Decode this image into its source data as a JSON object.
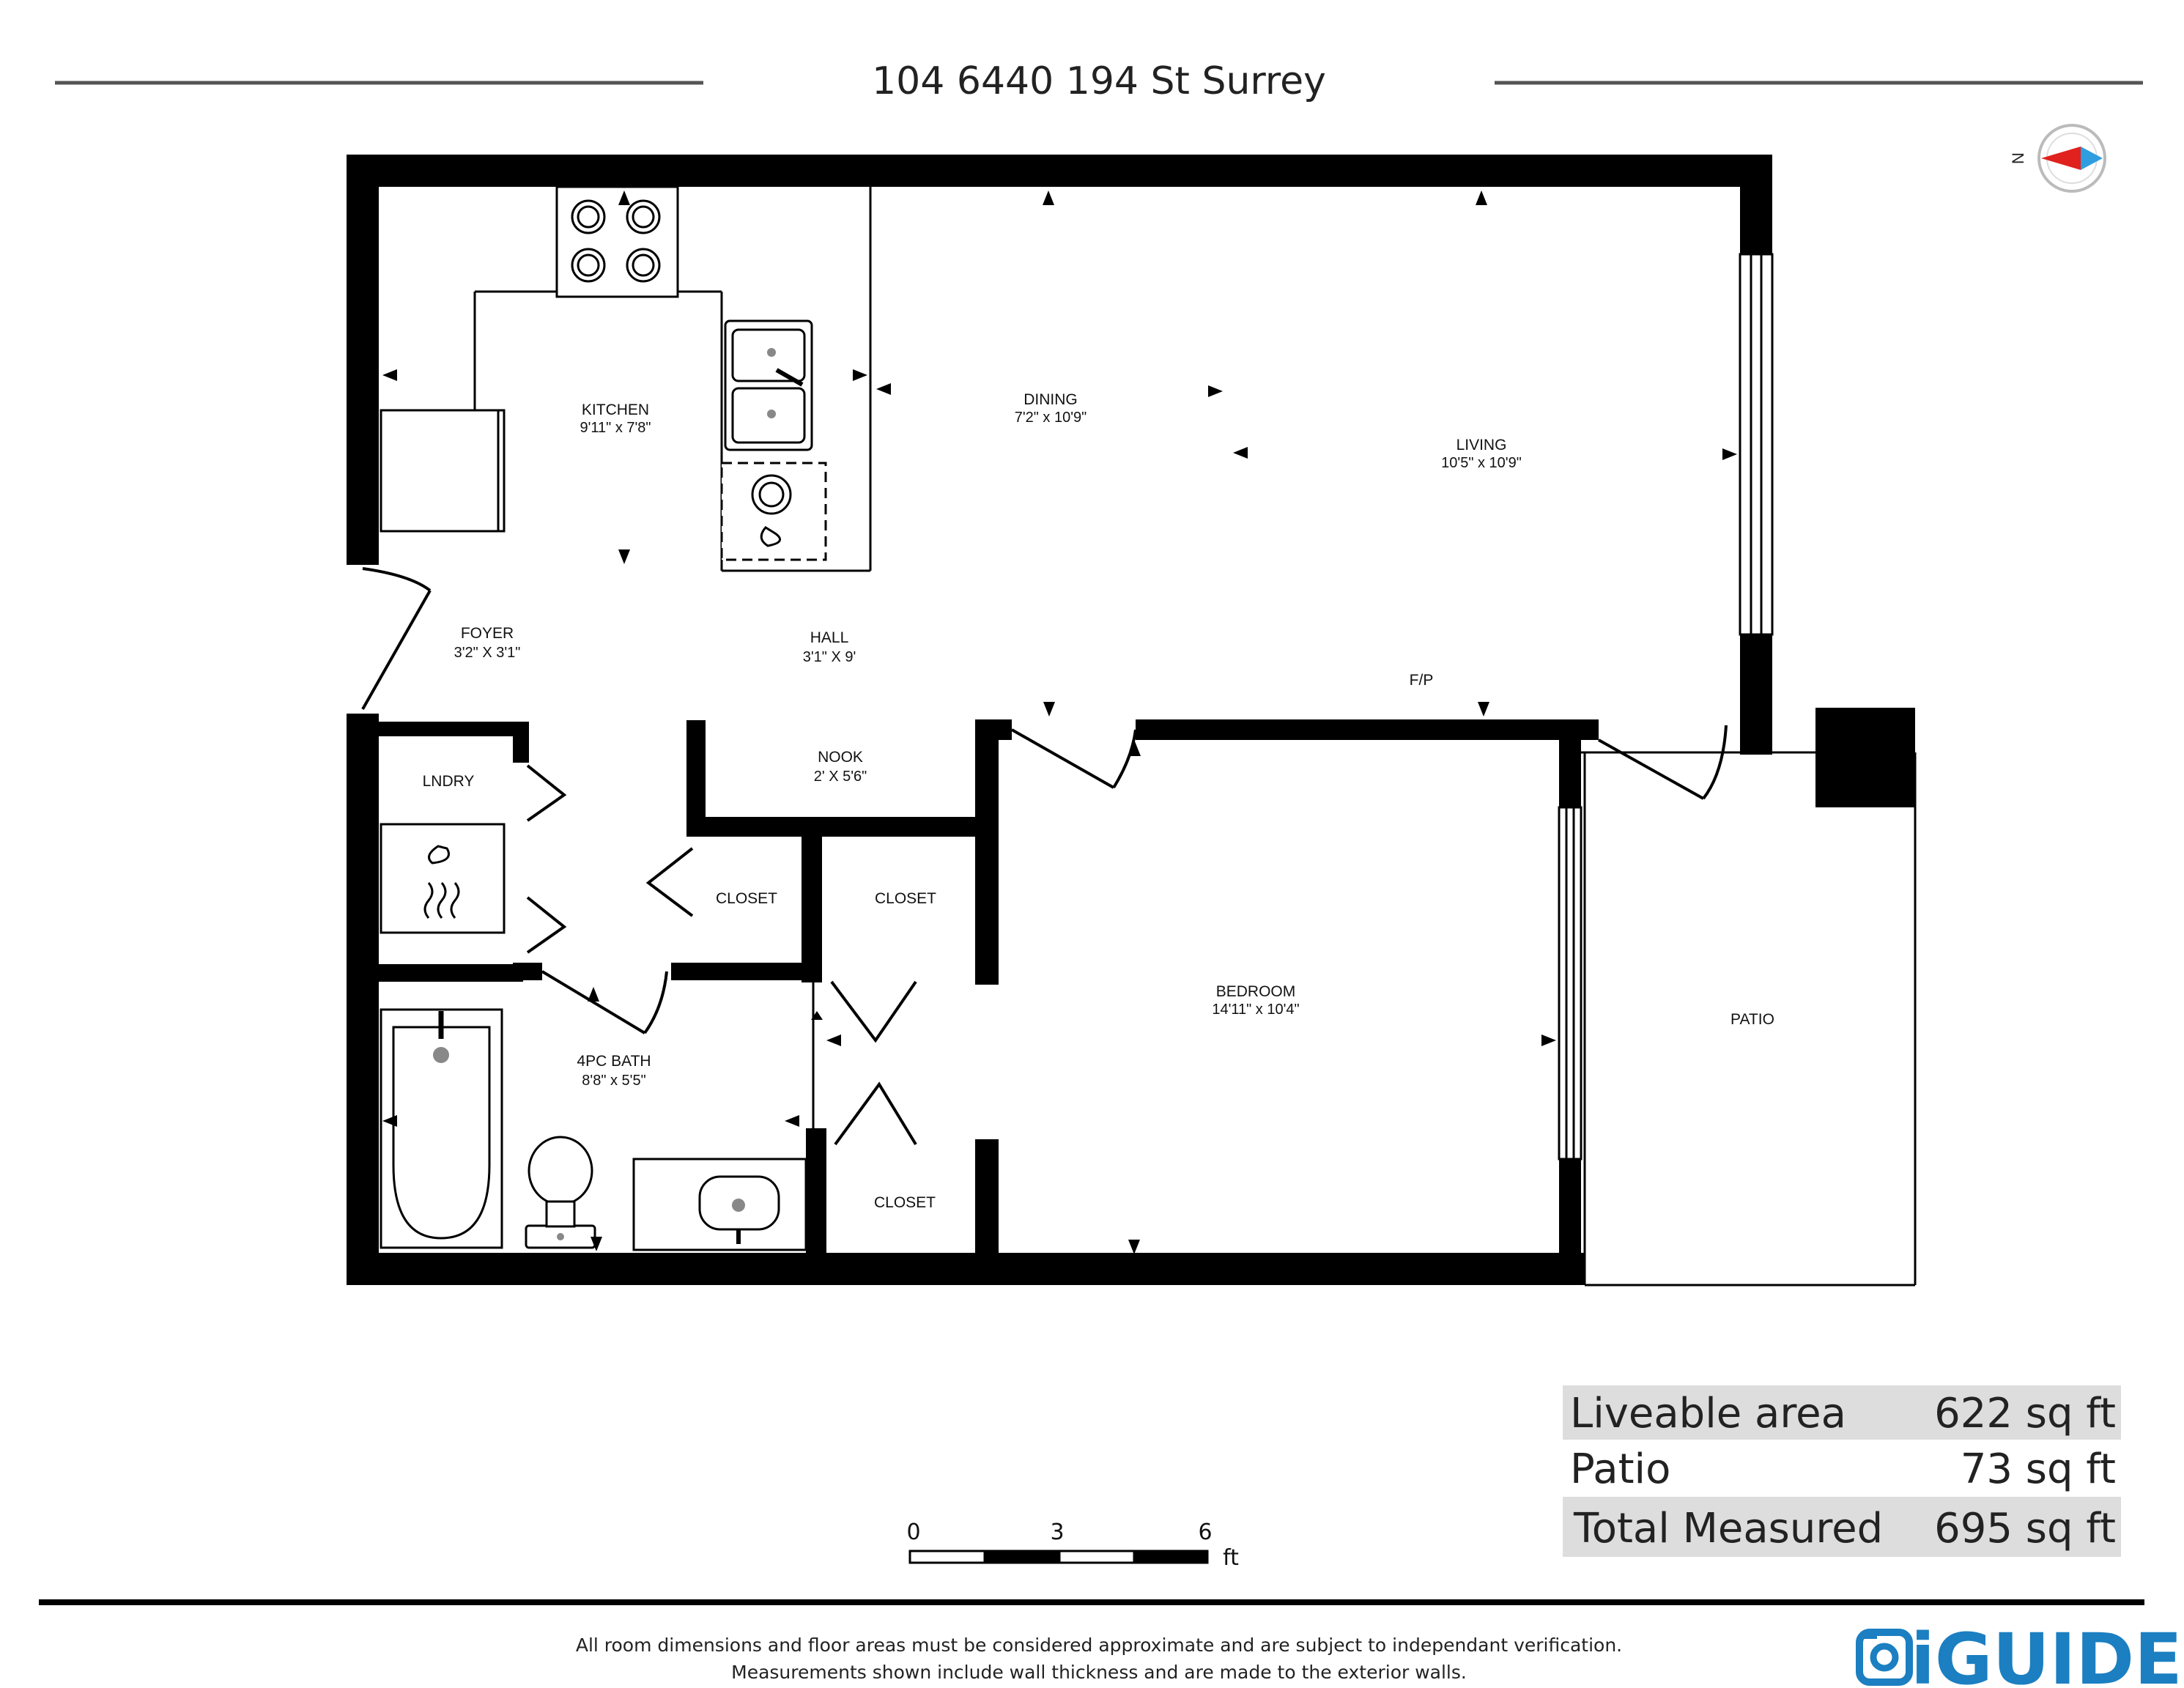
{
  "title": "104 6440 194 St Surrey",
  "compass": {
    "label": "N",
    "needle_color": "#e0211d",
    "accent_color": "#2f9ee0"
  },
  "rooms": [
    {
      "id": "kitchen",
      "name": "KITCHEN",
      "dims": "9'11\" x 7'8\""
    },
    {
      "id": "dining",
      "name": "DINING",
      "dims": "7'2\" x 10'9\""
    },
    {
      "id": "living",
      "name": "LIVING",
      "dims": "10'5\" x 10'9\""
    },
    {
      "id": "foyer",
      "name": "FOYER",
      "dims": "3'2\" X 3'1\""
    },
    {
      "id": "hall",
      "name": "HALL",
      "dims": "3'1\" X 9'"
    },
    {
      "id": "nook",
      "name": "NOOK",
      "dims": "2' X 5'6\""
    },
    {
      "id": "lndry",
      "name": "LNDRY",
      "dims": ""
    },
    {
      "id": "closet-1",
      "name": "CLOSET",
      "dims": ""
    },
    {
      "id": "closet-2",
      "name": "CLOSET",
      "dims": ""
    },
    {
      "id": "closet-3",
      "name": "CLOSET",
      "dims": ""
    },
    {
      "id": "bath",
      "name": "4PC BATH",
      "dims": "8'8\" x 5'5\""
    },
    {
      "id": "bedroom",
      "name": "BEDROOM",
      "dims": "14'11\" x 10'4\""
    },
    {
      "id": "patio",
      "name": "PATIO",
      "dims": ""
    }
  ],
  "fireplace_label": "F/P",
  "areas": [
    {
      "label": "Liveable area",
      "value": "622 sq ft"
    },
    {
      "label": "Patio",
      "value": "73 sq ft"
    },
    {
      "label": "Total Measured",
      "value": "695 sq ft"
    }
  ],
  "scale": {
    "ticks": [
      "0",
      "3",
      "6"
    ],
    "unit": "ft"
  },
  "footer": {
    "line1": "All room dimensions and floor areas must be considered approximate and are subject to independant verification.",
    "line2": "Measurements shown include wall thickness and are made to the exterior walls."
  },
  "brand": {
    "name": "iGUIDE",
    "color": "#1b7fc1"
  }
}
